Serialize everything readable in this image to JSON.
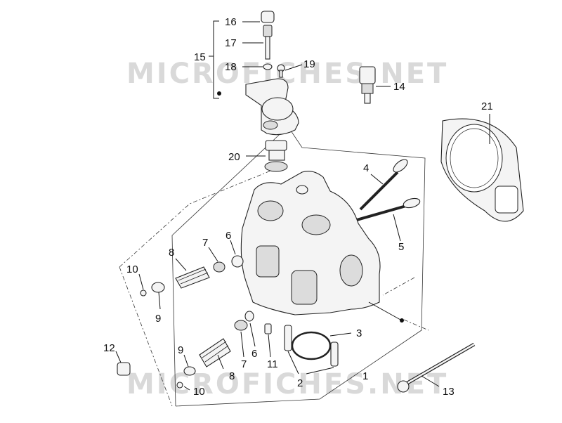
{
  "watermark": {
    "top": "MICROFICHES.NET",
    "bottom": "MICROFICHES.NET"
  },
  "callouts": {
    "c1": "1",
    "c2": "2",
    "c3": "3",
    "c4": "4",
    "c5": "5",
    "c6a": "6",
    "c6b": "6",
    "c7a": "7",
    "c7b": "7",
    "c8a": "8",
    "c8b": "8",
    "c9a": "9",
    "c9b": "9",
    "c10a": "10",
    "c10b": "10",
    "c11": "11",
    "c12": "12",
    "c13": "13",
    "c14": "14",
    "c15": "15",
    "c16": "16",
    "c17": "17",
    "c18": "18",
    "c19": "19",
    "c20": "20",
    "c21": "21"
  }
}
